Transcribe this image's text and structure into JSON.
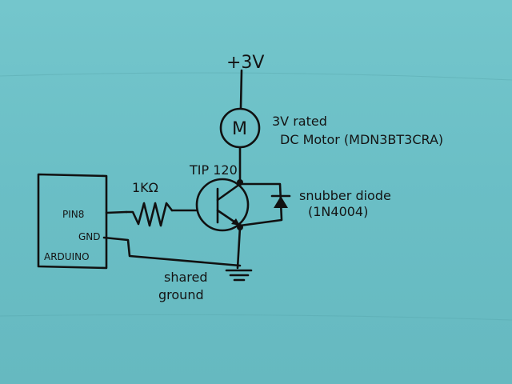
{
  "labels": {
    "supply": "+3V",
    "motor_symbol": "M",
    "motor_line1": "3V rated",
    "motor_line2": "DC Motor (MDN3BT3CRA)",
    "transistor": "TIP 120",
    "resistor": "1KΩ",
    "diode_line1": "snubber diode",
    "diode_line2": "(1N4004)",
    "pin": "PIN8",
    "gnd": "GND",
    "board": "ARDUINO",
    "ground_line1": "shared",
    "ground_line2": "ground"
  },
  "colors": {
    "paper": "#6cc0c6",
    "ink": "#111111"
  }
}
